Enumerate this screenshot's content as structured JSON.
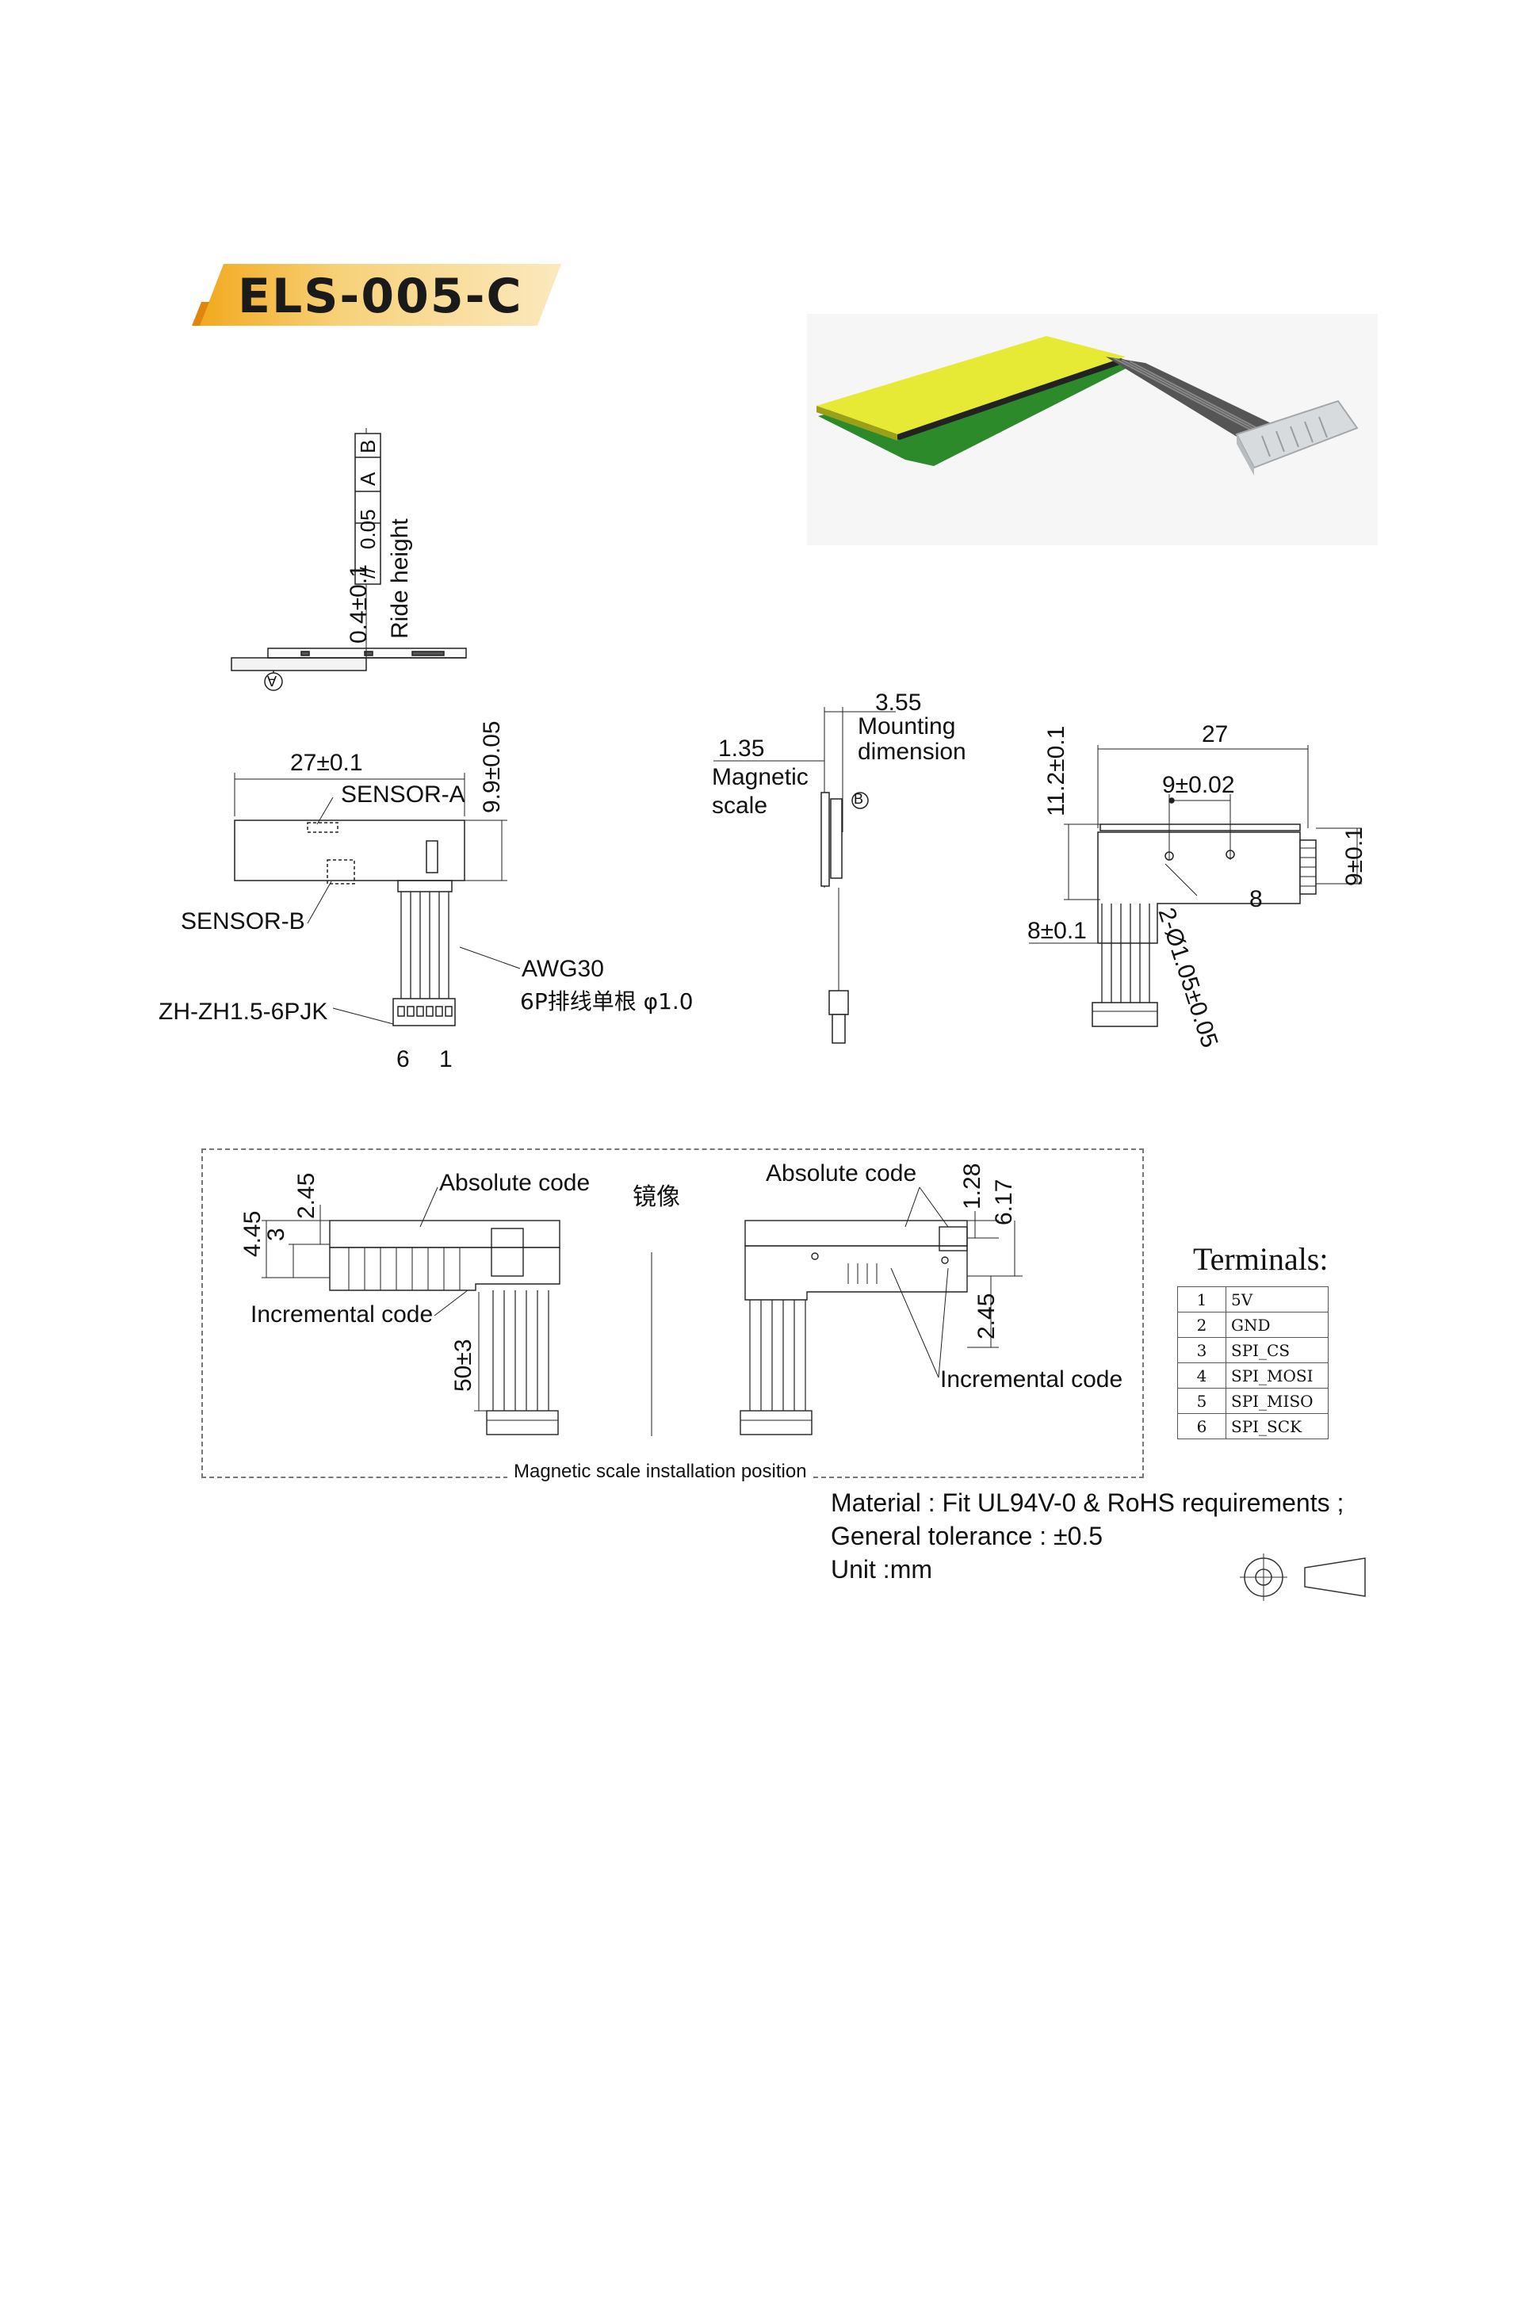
{
  "title": "ELS-005-C",
  "colors": {
    "title_band": "#f5c24a",
    "label_yellow": "#e9ec37",
    "pcb_green": "#2f8a2c",
    "connector_grey": "#d5d8da"
  },
  "side_view": {
    "tolerance": "0.4±0.1",
    "ride_height": "Ride height",
    "flatness_value": "0.05",
    "flatness_symbol": "//",
    "datum_a": "A",
    "datum_b": "B",
    "datum_mark": "A"
  },
  "top_view": {
    "width_dim": "27±0.1",
    "height_dim": "9.9±0.05",
    "sensor_a": "SENSOR-A",
    "sensor_b": "SENSOR-B",
    "cable": "AWG30",
    "cable_spec": "6P排线单根 φ1.0",
    "connector": "ZH-ZH1.5-6PJK",
    "pin_left": "6",
    "pin_right": "1"
  },
  "edge_view": {
    "dim_mounting": "3.55",
    "mounting_label_1": "Mounting",
    "mounting_label_2": "dimension",
    "dim_scale": "1.35",
    "scale_label_1": "Magnetic",
    "scale_label_2": "scale",
    "datum_b": "B"
  },
  "right_view": {
    "width": "27",
    "height": "11.2±0.1",
    "hole_spacing": "9±0.02",
    "hole_offset": "8",
    "side_height": "9±0.1",
    "cable_height": "8±0.1",
    "hole_spec": "2-Ø1.05±0.05"
  },
  "installation": {
    "caption": "Magnetic scale installation position",
    "mirror": "镜像",
    "left": {
      "absolute_code": "Absolute code",
      "incremental_code": "Incremental code",
      "dim_245": "2.45",
      "dim_445": "4.45",
      "dim_3": "3",
      "dim_cable": "50±3"
    },
    "right": {
      "absolute_code": "Absolute code",
      "incremental_code": "Incremental code",
      "dim_128": "1.28",
      "dim_617": "6.17",
      "dim_245": "2.45"
    }
  },
  "terminals": {
    "title": "Terminals:",
    "rows": [
      {
        "num": "1",
        "signal": "5V"
      },
      {
        "num": "2",
        "signal": "GND"
      },
      {
        "num": "3",
        "signal": "SPI_CS"
      },
      {
        "num": "4",
        "signal": "SPI_MOSI"
      },
      {
        "num": "5",
        "signal": "SPI_MISO"
      },
      {
        "num": "6",
        "signal": "SPI_SCK"
      }
    ]
  },
  "notes": {
    "material": "Material : Fit UL94V-0 & RoHS requirements ;",
    "tolerance": "General tolerance : ±0.5",
    "unit": "Unit :mm"
  }
}
